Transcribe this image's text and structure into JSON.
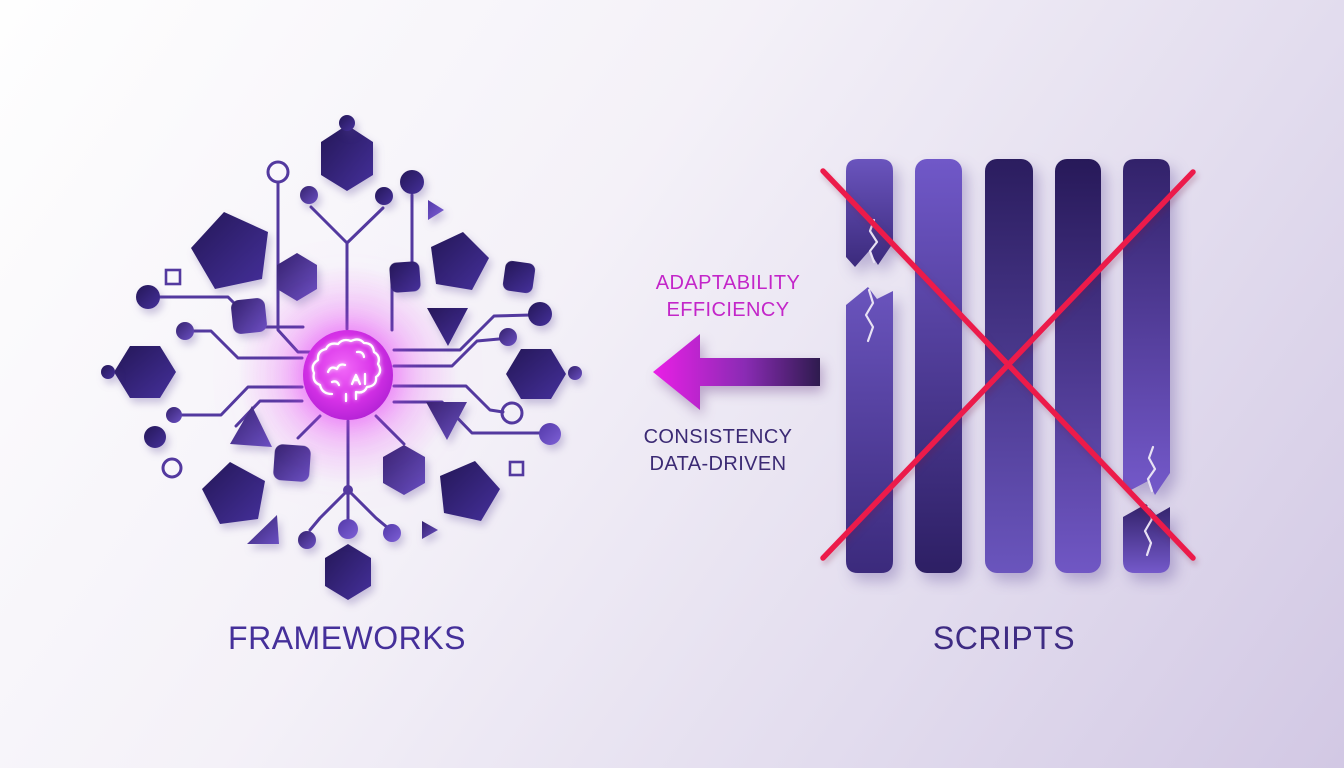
{
  "figure_left": {
    "label": "FRAMEWORKS"
  },
  "figure_right": {
    "label": "SCRIPTS"
  },
  "arrow": {
    "direction": "left",
    "benefits_top": {
      "line1": "ADAPTABILITY",
      "line2": "EFFICIENCY"
    },
    "benefits_bottom": {
      "line1": "CONSISTENCY",
      "line2": "DATA-DRIVEN"
    }
  },
  "colors": {
    "background_top_left": "#fdfdfe",
    "background_bottom_right": "#d2c8e4",
    "accent_magenta": "#c326c9",
    "deep_purple_text": "#3b2a74",
    "label_purple": "#45309a",
    "shape_dark_indigo": "#1f1450",
    "shape_medium_purple": "#6a4fc2",
    "glow_magenta": "#d832e8",
    "cross_red": "#ec1b4a",
    "circuit_trace": "#53399f"
  }
}
